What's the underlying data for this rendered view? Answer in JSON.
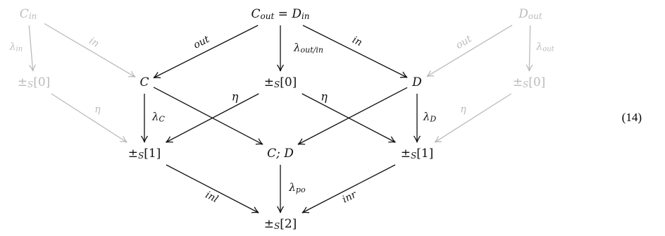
{
  "colors": {
    "main": "#111111",
    "faded": "#bbbbbb",
    "background": "#ffffff"
  },
  "equation_number": "(14)",
  "nodes": [
    {
      "id": "c_in",
      "label": "C",
      "sub": "in",
      "faded": true
    },
    {
      "id": "c_out_d_in",
      "label": "C",
      "sub": "out",
      "rest": " = D",
      "sub2": "in",
      "faded": false
    },
    {
      "id": "d_out",
      "label": "D",
      "sub": "out",
      "faded": true
    },
    {
      "id": "pm_s0_left",
      "label": "±",
      "sub": "S",
      "rest": "[0]",
      "faded": true
    },
    {
      "id": "c",
      "label": "C",
      "faded": false
    },
    {
      "id": "pm_s0_mid",
      "label": "±",
      "sub": "S",
      "rest": "[0]",
      "faded": false
    },
    {
      "id": "d",
      "label": "D",
      "faded": false
    },
    {
      "id": "pm_s0_right",
      "label": "±",
      "sub": "S",
      "rest": "[0]",
      "faded": true
    },
    {
      "id": "pm_s1_left",
      "label": "±",
      "sub": "S",
      "rest": "[1]",
      "faded": false
    },
    {
      "id": "c_semi_d",
      "label": "C; D",
      "faded": false
    },
    {
      "id": "pm_s1_right",
      "label": "±",
      "sub": "S",
      "rest": "[1]",
      "faded": false
    },
    {
      "id": "pm_s2",
      "label": "±",
      "sub": "S",
      "rest": "[2]",
      "faded": false
    }
  ],
  "arrows": [
    {
      "from": "c_in",
      "to": "pm_s0_left",
      "label": "λ",
      "label_sub": "in",
      "faded": true
    },
    {
      "from": "c_in",
      "to": "c",
      "label": "in",
      "faded": true
    },
    {
      "from": "pm_s0_left",
      "to": "pm_s1_left",
      "label": "η",
      "faded": true
    },
    {
      "from": "d_out",
      "to": "d",
      "label": "out",
      "faded": true
    },
    {
      "from": "d_out",
      "to": "pm_s0_right",
      "label": "λ",
      "label_sub": "out",
      "faded": true
    },
    {
      "from": "pm_s0_right",
      "to": "pm_s1_right",
      "label": "η",
      "faded": true
    },
    {
      "from": "c_out_d_in",
      "to": "c",
      "label": "out",
      "faded": false
    },
    {
      "from": "c_out_d_in",
      "to": "pm_s0_mid",
      "label": "λ",
      "label_sub": "out/in",
      "faded": false
    },
    {
      "from": "c_out_d_in",
      "to": "d",
      "label": "in",
      "faded": false
    },
    {
      "from": "c",
      "to": "pm_s1_left",
      "label": "λ",
      "label_sub": "C",
      "faded": false
    },
    {
      "from": "c",
      "to": "c_semi_d",
      "label": "",
      "faded": false
    },
    {
      "from": "pm_s0_mid",
      "to": "pm_s1_left",
      "label": "η",
      "faded": false
    },
    {
      "from": "pm_s0_mid",
      "to": "pm_s1_right",
      "label": "η",
      "faded": false
    },
    {
      "from": "d",
      "to": "c_semi_d",
      "label": "",
      "faded": false
    },
    {
      "from": "d",
      "to": "pm_s1_right",
      "label": "λ",
      "label_sub": "D",
      "faded": false
    },
    {
      "from": "pm_s1_left",
      "to": "pm_s2",
      "label": "inl",
      "faded": false
    },
    {
      "from": "c_semi_d",
      "to": "pm_s2",
      "label": "λ",
      "label_sub": "po",
      "faded": false
    },
    {
      "from": "pm_s1_right",
      "to": "pm_s2",
      "label": "inr",
      "faded": false
    }
  ]
}
